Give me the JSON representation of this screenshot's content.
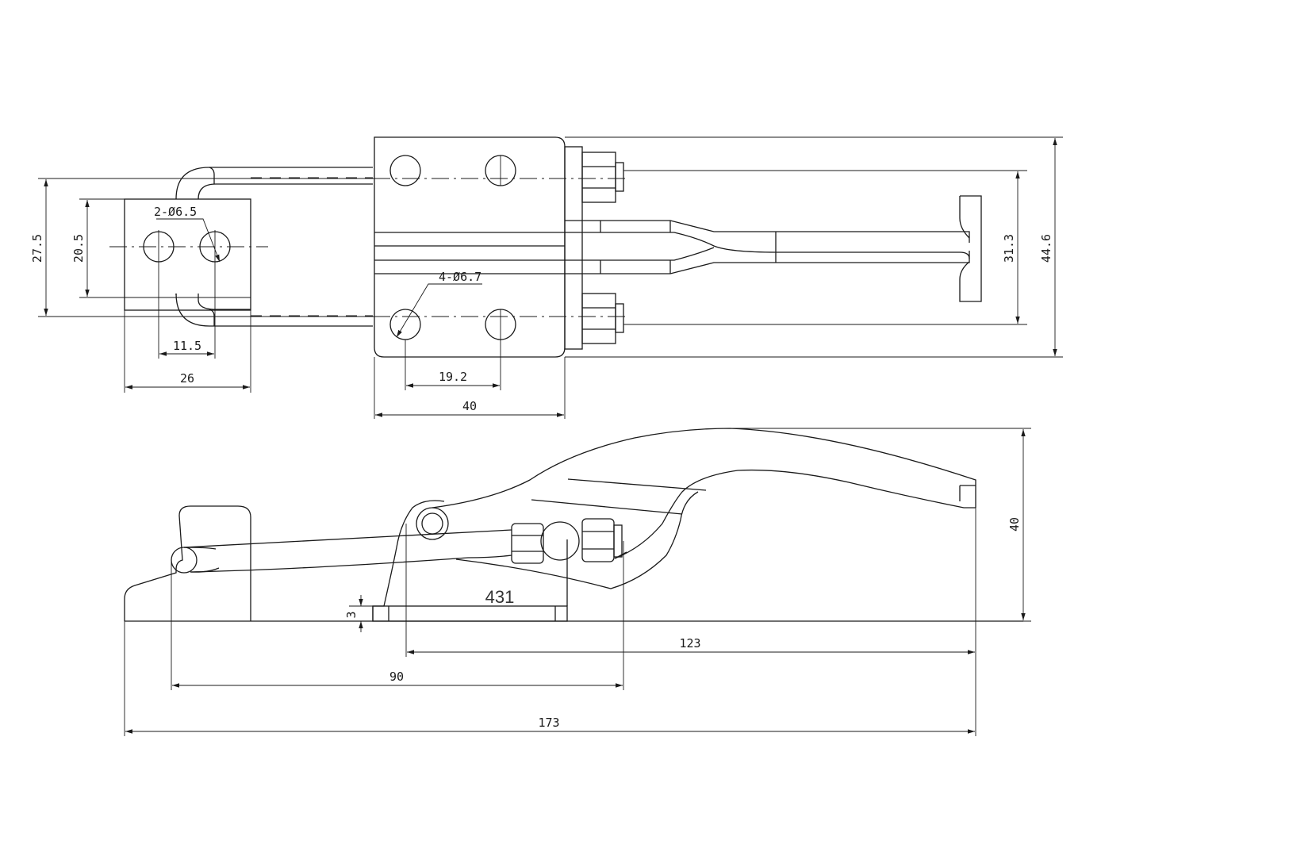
{
  "drawing": {
    "top_view": {
      "dimensions": {
        "d_27_5": "27.5",
        "d_20_5": "20.5",
        "d_2_hole": "2-Ø6.5",
        "d_11_5": "11.5",
        "d_26": "26",
        "d_4_hole": "4-Ø6.7",
        "d_19_2": "19.2",
        "d_40_top": "40",
        "d_31_3": "31.3",
        "d_44_6": "44.6"
      }
    },
    "side_view": {
      "part_number": "431",
      "dimensions": {
        "d_40_height": "40",
        "d_3": "3",
        "d_123": "123",
        "d_90": "90",
        "d_173": "173"
      }
    }
  }
}
